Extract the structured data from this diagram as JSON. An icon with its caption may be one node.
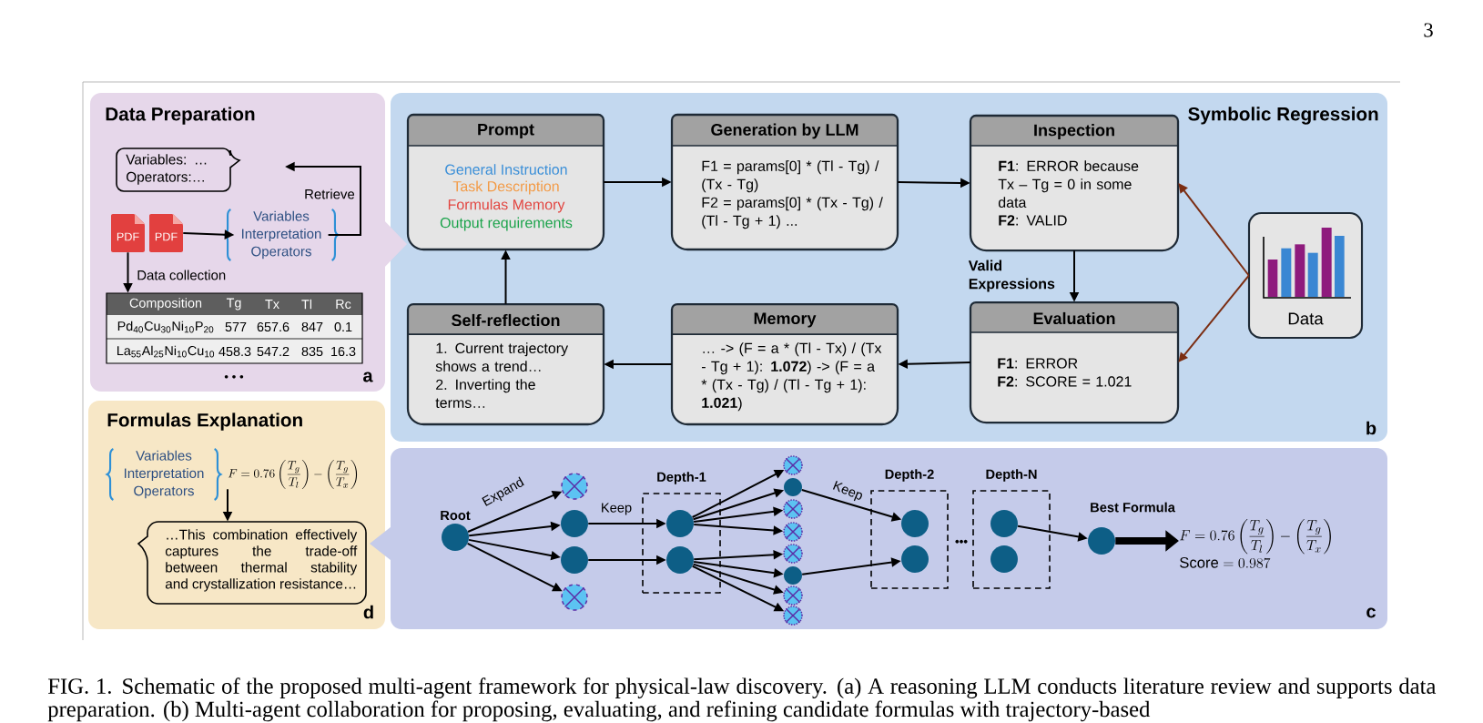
{
  "diagram": {
    "caption": "FIG. 1. Schematic of the proposed multi-agent framework for physical-law discovery. (a) A reasoning LLM conducts literature review and supports data preparation. (b) Multi-agent collaboration for proposing, evaluating, and refining candidate formulas with trajectory-based",
    "nodes": [
      {
        "text": [
          "Data Preparation",
          "a"
        ]
      },
      {
        "text": [
          "Variables: … Operators:…"
        ],
        "in": 0
      },
      {
        "text": [
          "PDF"
        ],
        "in": 0
      },
      {
        "text": [
          "PDF"
        ],
        "in": 0
      },
      {
        "text": [
          "Variables Interpretation Operators"
        ],
        "in": 0
      },
      {
        "text": [
          "Composition",
          "Tg",
          "Tx",
          "Tl",
          "Rc",
          "Pd$_{40}$Cu$_{30}$Ni$_{10}$P$_{20}$",
          "577",
          "657.6",
          "847",
          "0.1",
          "La$_{55}$Al$_{25}$Ni$_{10}$Cu$_{10}$",
          "458.3",
          "547.2",
          "835",
          "16.3"
        ],
        "in": 0
      },
      {
        "text": [
          "Symbolic Regression",
          "b"
        ]
      },
      {
        "text": [
          "Prompt",
          "General Instruction",
          "Task Description",
          "Formulas Memory",
          "Output requirements"
        ],
        "in": 6
      },
      {
        "text": [
          "Generation by LLM",
          "F1 = params[0] * (Tl - Tg) / (Tx - Tg)",
          "F2 = params[0] * (Tx - Tg) / (Tl - Tg + 1) ..."
        ],
        "in": 6
      },
      {
        "text": [
          "Inspection",
          "**F1**: ERROR because Tx – Tg = 0 in some data",
          "**F2**: VALID"
        ],
        "in": 6
      },
      {
        "text": [
          "Data"
        ],
        "in": 6
      },
      {
        "text": [
          "Evaluation",
          "**F1**: ERROR",
          "**F2**: SCORE = 1.021"
        ],
        "in": 6
      },
      {
        "text": [
          "Memory",
          "… -> (F = a * (Tl - Tx) / (Tx - Tg + 1): **1.072**) -> (F = a * (Tx - Tg) / (Tl - Tg + 1): **1.021**)"
        ],
        "in": 6
      },
      {
        "text": [
          "Self-reflection",
          "1. Current trajectory shows a trend…",
          "2. Inverting the terms…"
        ],
        "in": 6
      },
      {
        "text": [
          "c"
        ]
      },
      {
        "text": [],
        "shape": "circle",
        "beside": [
          "Root"
        ],
        "in": 14
      },
      {
        "text": [],
        "shape": "circle",
        "in": 14
      },
      {
        "text": [],
        "shape": "circle",
        "in": 14
      },
      {
        "text": [],
        "shape": "circle",
        "in": 14
      },
      {
        "text": [],
        "shape": "circle",
        "in": 14
      },
      {
        "text": [
          "Depth-1"
        ],
        "in": 14
      },
      {
        "text": [],
        "shape": "circle",
        "in": 20
      },
      {
        "text": [],
        "shape": "circle",
        "in": 20
      },
      {
        "text": [],
        "shape": "circle",
        "in": 14
      },
      {
        "text": [],
        "shape": "circle",
        "in": 14
      },
      {
        "text": [],
        "shape": "circle",
        "in": 14
      },
      {
        "text": [],
        "shape": "circle",
        "in": 14
      },
      {
        "text": [],
        "shape": "circle",
        "in": 14
      },
      {
        "text": [],
        "shape": "circle",
        "in": 14
      },
      {
        "text": [],
        "shape": "circle",
        "in": 14
      },
      {
        "text": [],
        "shape": "circle",
        "in": 14
      },
      {
        "text": [
          "Depth-2"
        ],
        "in": 14
      },
      {
        "text": [],
        "shape": "circle",
        "in": 31
      },
      {
        "text": [],
        "shape": "circle",
        "in": 31
      },
      {
        "text": [
          "Depth-N"
        ],
        "in": 14
      },
      {
        "text": [],
        "shape": "circle",
        "in": 34
      },
      {
        "text": [],
        "shape": "circle",
        "in": 34
      },
      {
        "text": [],
        "shape": "circle",
        "beside": [
          "Best Formula"
        ],
        "in": 14
      },
      {
        "text": [
          "F = 0.76\\left(\\frac{T_g}{T_l}\\right) - \\left(\\frac{T_g}{T_x}\\right)",
          "\\mathrm{Score} = 0.987"
        ],
        "in": 14
      },
      {
        "text": [
          "Formulas Explanation",
          "d"
        ]
      },
      {
        "text": [
          "Variables Interpretation Operators"
        ],
        "in": 39
      },
      {
        "text": [
          "F = 0.76\\left(\\frac{T_g}{T_l}\\right) - \\left(\\frac{T_g}{T_x}\\right)"
        ],
        "in": 39
      },
      {
        "text": [
          "…This combination effectively captures the trade-off between thermal stability and crystallization resistance…"
        ],
        "in": 39
      }
    ],
    "edges": [
      {
        "from": 3,
        "to": 4,
        "arrow": "to"
      },
      {
        "from": 2,
        "to": 5,
        "arrow": "to",
        "label": "Data collection"
      },
      {
        "from": 4,
        "to": null,
        "arrow": "to",
        "label": "Retrieve"
      },
      {
        "from": 7,
        "to": 8,
        "arrow": "to"
      },
      {
        "from": 8,
        "to": 9,
        "arrow": "to"
      },
      {
        "from": 9,
        "to": 11,
        "arrow": "to",
        "label": "Valid Expressions"
      },
      {
        "from": 11,
        "to": 12,
        "arrow": "to"
      },
      {
        "from": 12,
        "to": 13,
        "arrow": "to"
      },
      {
        "from": 13,
        "to": 7,
        "arrow": "to"
      },
      {
        "from": 10,
        "to": 9,
        "arrow": "to",
        "color": "#7b2d12"
      },
      {
        "from": 10,
        "to": 11,
        "arrow": "to",
        "color": "#7b2d12"
      },
      {
        "from": 15,
        "to": 16,
        "arrow": "to",
        "label": "Expand"
      },
      {
        "from": 15,
        "to": 17,
        "arrow": "to"
      },
      {
        "from": 15,
        "to": 18,
        "arrow": "to"
      },
      {
        "from": 15,
        "to": 19,
        "arrow": "to"
      },
      {
        "from": 17,
        "to": 21,
        "arrow": "to",
        "label": "Keep"
      },
      {
        "from": 18,
        "to": 22,
        "arrow": "to"
      },
      {
        "from": 21,
        "to": 23,
        "arrow": "to"
      },
      {
        "from": 21,
        "to": 24,
        "arrow": "to"
      },
      {
        "from": 21,
        "to": 25,
        "arrow": "to"
      },
      {
        "from": 21,
        "to": 26,
        "arrow": "to"
      },
      {
        "from": 22,
        "to": 27,
        "arrow": "to"
      },
      {
        "from": 22,
        "to": 28,
        "arrow": "to"
      },
      {
        "from": 22,
        "to": 29,
        "arrow": "to"
      },
      {
        "from": 22,
        "to": 30,
        "arrow": "to"
      },
      {
        "from": 24,
        "to": 32,
        "arrow": "to",
        "label": "Keep"
      },
      {
        "from": 28,
        "to": 33,
        "arrow": "to"
      },
      {
        "from": 35,
        "to": 37,
        "arrow": "to"
      },
      {
        "from": 37,
        "to": 38,
        "arrow": "to",
        "style": "thick"
      },
      {
        "from": 41,
        "to": 42,
        "arrow": "to"
      }
    ],
    "labels": [
      "3",
      "• • •",
      "•••"
    ]
  }
}
